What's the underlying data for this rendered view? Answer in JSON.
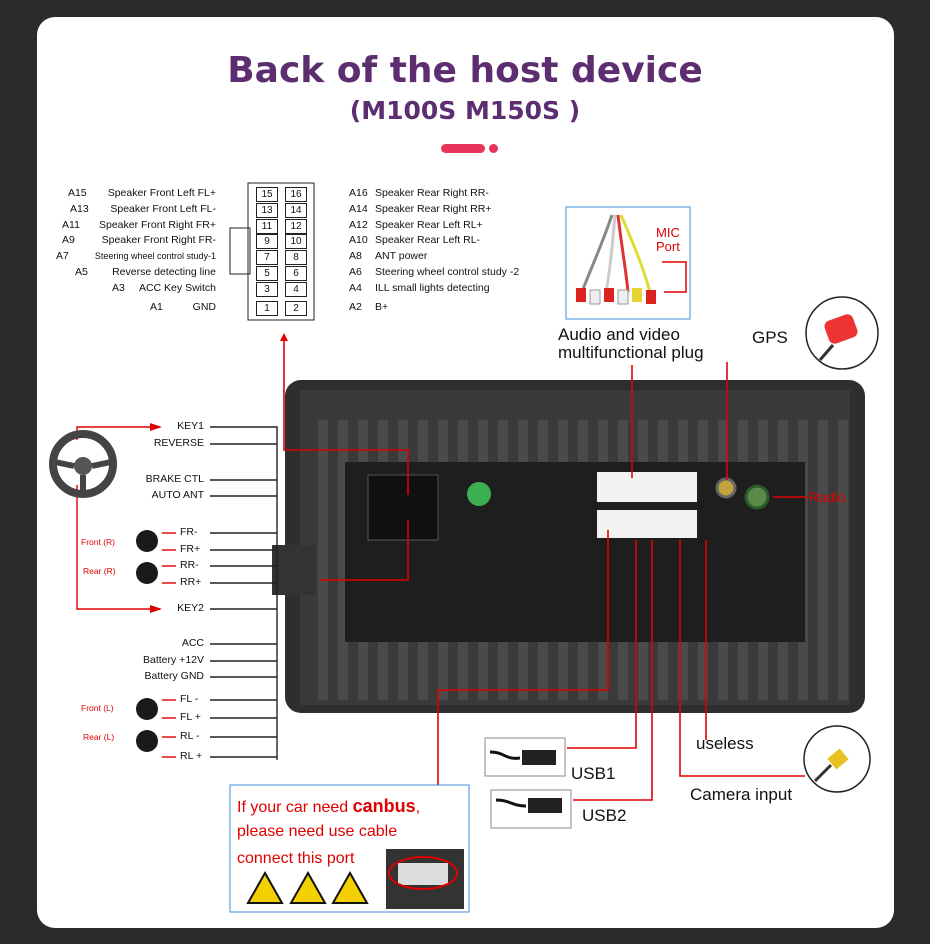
{
  "header": {
    "title": "Back of the host device",
    "subtitle": "(M100S M150S )"
  },
  "connector": {
    "left_labels": [
      {
        "code": "A15",
        "text": "Speaker Front Left FL+"
      },
      {
        "code": "A13",
        "text": "Speaker Front Left FL-"
      },
      {
        "code": "A11",
        "text": "Speaker Front Right FR+"
      },
      {
        "code": "A9",
        "text": "Speaker Front Right FR-"
      },
      {
        "code": "A7",
        "text": "Steering wheel control study-1"
      },
      {
        "code": "A5",
        "text": "Reverse detecting line"
      },
      {
        "code": "A3",
        "text": "ACC Key Switch"
      },
      {
        "code": "A1",
        "text": "GND"
      }
    ],
    "pins_left": [
      "15",
      "13",
      "11",
      "9",
      "7",
      "5",
      "3",
      "1"
    ],
    "pins_right": [
      "16",
      "14",
      "12",
      "10",
      "8",
      "6",
      "4",
      "2"
    ],
    "right_labels": [
      {
        "code": "A16",
        "text": "Speaker Rear Right RR-"
      },
      {
        "code": "A14",
        "text": "Speaker Rear Right RR+"
      },
      {
        "code": "A12",
        "text": "Speaker Rear Left RL+"
      },
      {
        "code": "A10",
        "text": "Speaker Rear Left RL-"
      },
      {
        "code": "A8",
        "text": "ANT power"
      },
      {
        "code": "A6",
        "text": "Steering wheel control study -2"
      },
      {
        "code": "A4",
        "text": "ILL small lights detecting"
      },
      {
        "code": "A2",
        "text": "B+"
      }
    ]
  },
  "mic": {
    "label_line1": "MIC",
    "label_line2": "Port"
  },
  "labels": {
    "av_plug_line1": "Audio and video",
    "av_plug_line2": "multifunctional plug",
    "gps": "GPS",
    "radio": "Radio",
    "useless": "useless",
    "usb1": "USB1",
    "usb2": "USB2",
    "camera": "Camera input"
  },
  "harness": {
    "wires_top": [
      "KEY1",
      "REVERSE",
      "BRAKE CTL",
      "AUTO ANT"
    ],
    "speaker_fr": [
      "FR-",
      "FR+"
    ],
    "speaker_rr": [
      "RR-",
      "RR+"
    ],
    "key2": "KEY2",
    "power": [
      "ACC",
      "Battery +12V",
      "Battery GND"
    ],
    "speaker_fl": [
      "FL -",
      "FL +"
    ],
    "speaker_rl": [
      "RL -",
      "RL +"
    ],
    "front_r": "Front (R)",
    "rear_r": "Rear (R)",
    "front_l": "Front (L)",
    "rear_l": "Rear (L)"
  },
  "canbus": {
    "line1_prefix": "If your car need ",
    "line1_bold": "canbus",
    "line1_suffix": ",",
    "line2": "please need use cable",
    "line3": "connect this port"
  },
  "colors": {
    "title": "#5c2d6f",
    "accent": "#e8345a",
    "wire_red": "#e00000"
  }
}
